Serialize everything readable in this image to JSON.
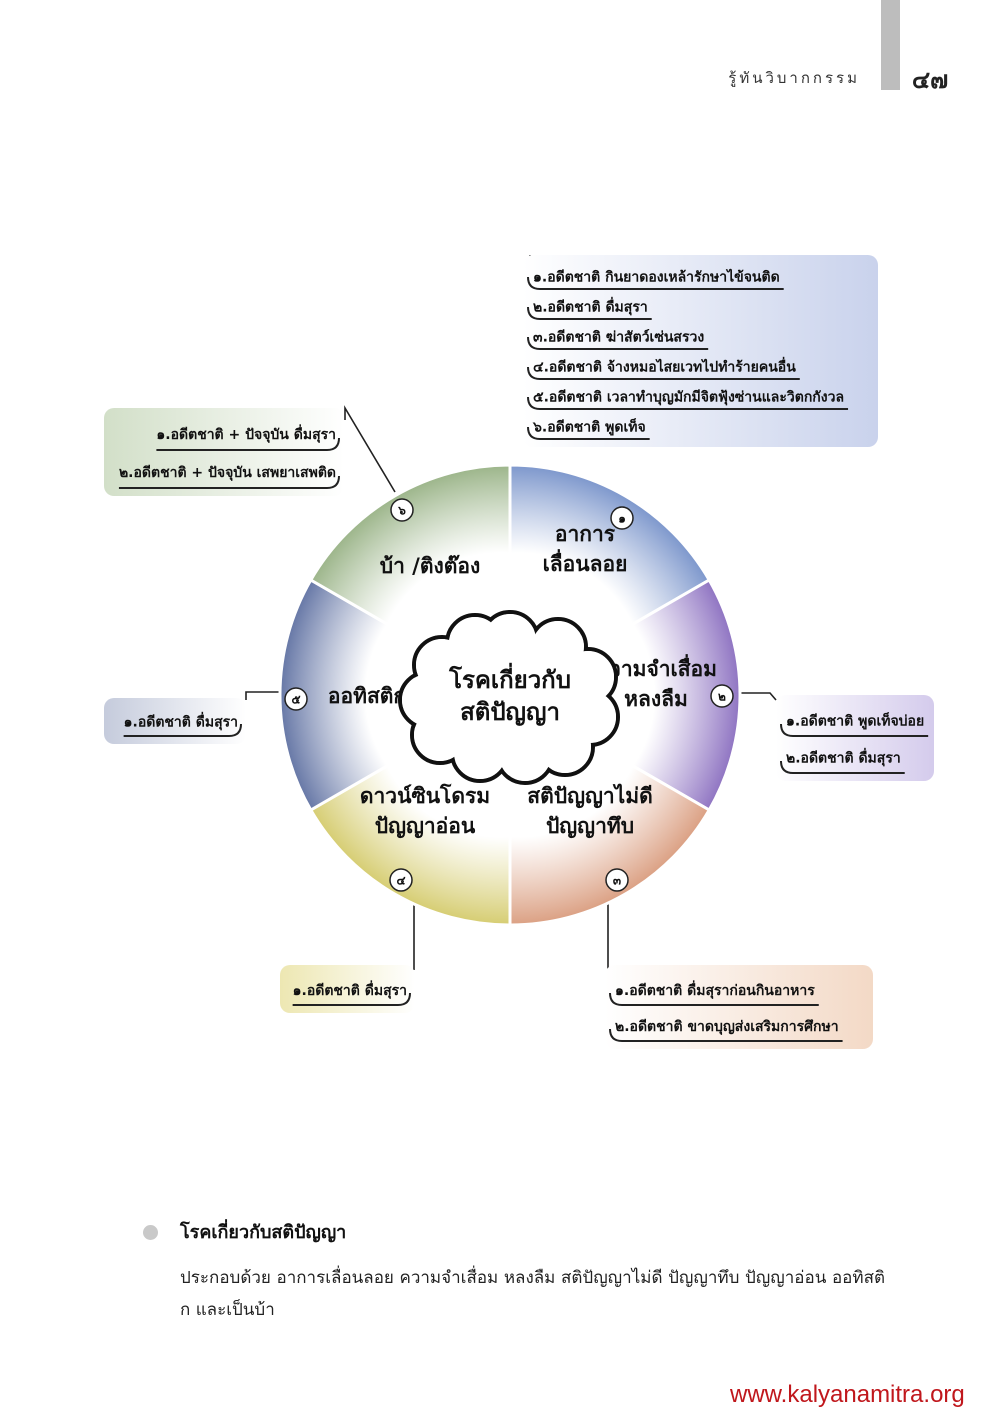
{
  "header": {
    "title": "รู้ทันวิบากกรรม",
    "page_number": "๔๗"
  },
  "diagram": {
    "center": [
      "โรคเกี่ยวกับ",
      "สติปัญญา"
    ],
    "segments": [
      {
        "number": "๑",
        "label": [
          "อาการ",
          "เลื่อนลอย"
        ],
        "color": "#7d97cc"
      },
      {
        "number": "๒",
        "label": [
          "ความจำเสื่อม",
          "หลงลืม"
        ],
        "color": "#8f74c2"
      },
      {
        "number": "๓",
        "label": [
          "สติปัญญาไม่ดี",
          "ปัญญาทึบ"
        ],
        "color": "#dba083"
      },
      {
        "number": "๔",
        "label": [
          "ดาวน์ซินโดรม",
          "ปัญญาอ่อน"
        ],
        "color": "#d6cd72"
      },
      {
        "number": "๕",
        "label": [
          "ออทิสติก"
        ],
        "color": "#6677a6"
      },
      {
        "number": "๖",
        "label": [
          "บ้า /ติงต๊อง"
        ],
        "color": "#9cb58a"
      }
    ],
    "causes": [
      {
        "segment": "๑",
        "color": "#c9d2ec",
        "items": [
          "๑.อดีตชาติ กินยาดองเหล้ารักษาไข้จนติด",
          "๒.อดีตชาติ ดื่มสุรา",
          "๓.อดีตชาติ ฆ่าสัตว์เซ่นสรวง",
          "๔.อดีตชาติ จ้างหมอไสยเวทไปทำร้ายคนอื่น",
          "๕.อดีตชาติ เวลาทำบุญมักมีจิตฟุ้งซ่านและวิตกกังวล",
          "๖.อดีตชาติ พูดเท็จ"
        ]
      },
      {
        "segment": "๒",
        "color": "#d4cbec",
        "items": [
          "๑.อดีตชาติ พูดเท็จบ่อย",
          "๒.อดีตชาติ ดื่มสุรา"
        ]
      },
      {
        "segment": "๓",
        "color": "#f3d9c6",
        "items": [
          "๑.อดีตชาติ ดื่มสุราก่อนกินอาหาร",
          "๒.อดีตชาติ ขาดบุญส่งเสริมการศึกษา"
        ]
      },
      {
        "segment": "๔",
        "color": "#ede7b2",
        "items": [
          "๑.อดีตชาติ ดื่มสุรา"
        ]
      },
      {
        "segment": "๕",
        "color": "#c5cbdc",
        "items": [
          "๑.อดีตชาติ ดื่มสุรา"
        ]
      },
      {
        "segment": "๖",
        "color": "#d2dfc8",
        "items": [
          "๑.อดีตชาติ + ปัจจุบัน ดื่มสุรา",
          "๒.อดีตชาติ + ปัจจุบัน เสพยาเสพติด"
        ]
      }
    ]
  },
  "section": {
    "heading": "โรคเกี่ยวกับสติปัญญา",
    "body": "ประกอบด้วย อาการเลื่อนลอย ความจำเสื่อม หลงลืม สติปัญญาไม่ดี ปัญญาทึบ ปัญญาอ่อน ออทิสติก และเป็นบ้า"
  },
  "footer": {
    "url": "www.kalyanamitra.org",
    "url_color": "#c0171c"
  }
}
